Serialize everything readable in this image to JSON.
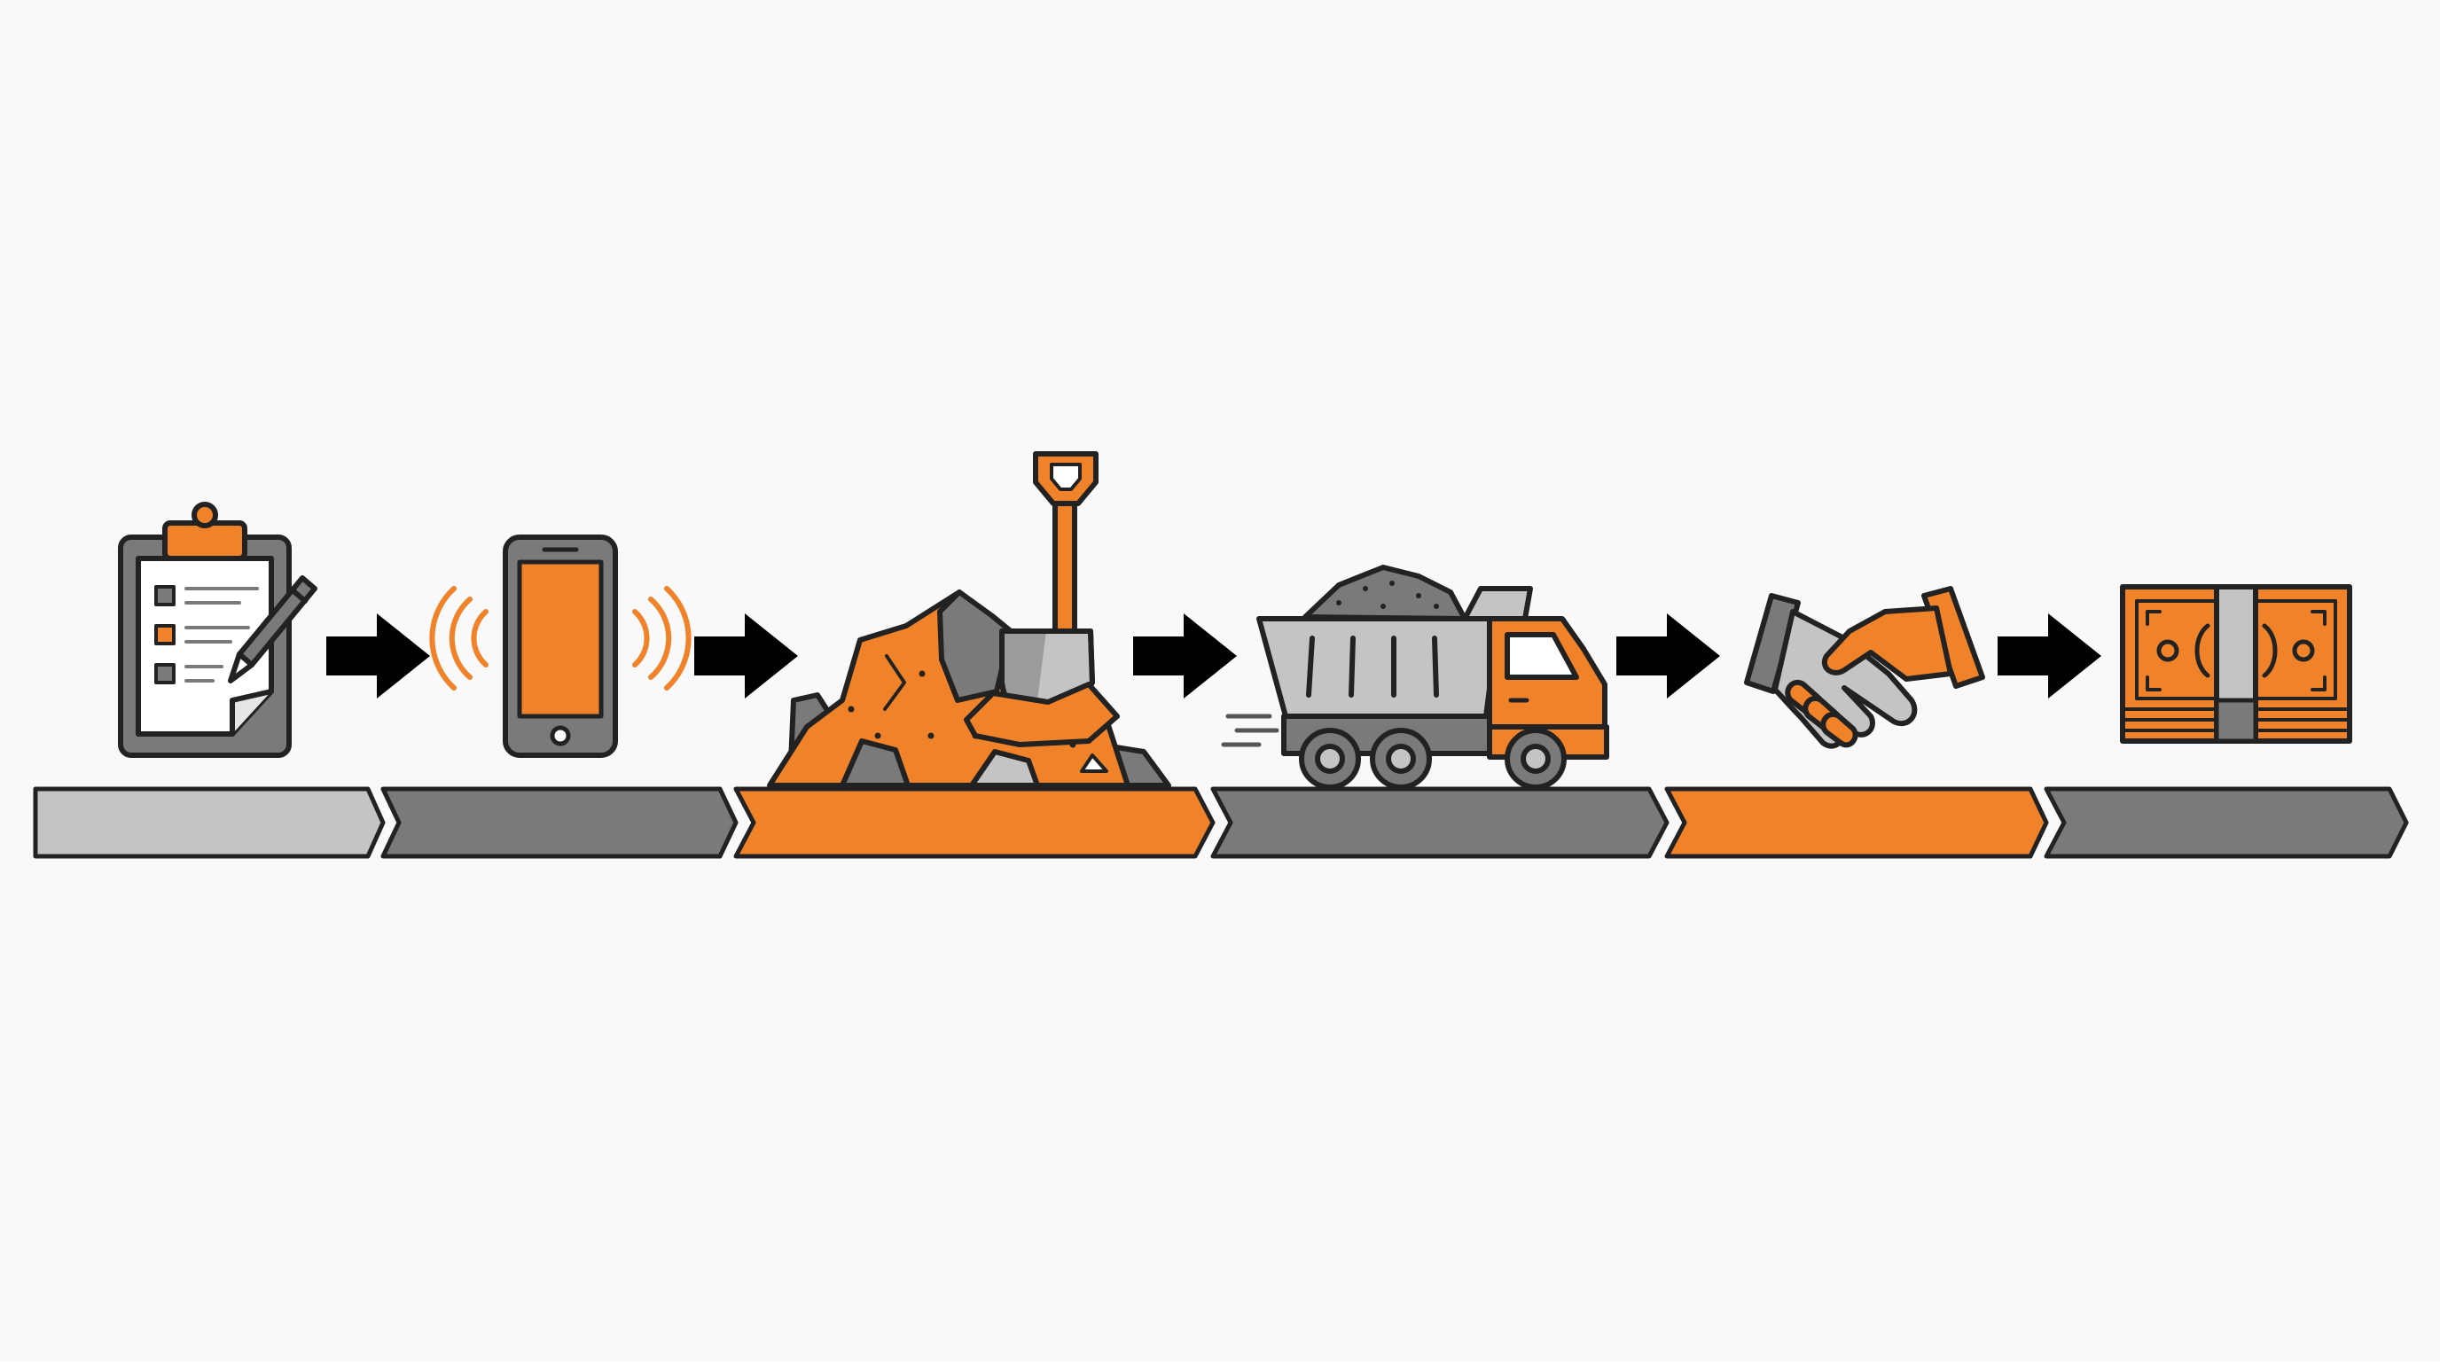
{
  "colors": {
    "background": "#f9f9f9",
    "orange": "#f0832a",
    "dark_gray": "#7a7a7a",
    "light_gray": "#c4c4c4",
    "outline": "#222222",
    "arrow": "#000000",
    "paper": "#ffffff"
  },
  "steps": [
    {
      "icon": "clipboard-checklist-icon",
      "bar_color": "light_gray"
    },
    {
      "icon": "vibrating-phone-icon",
      "bar_color": "dark_gray"
    },
    {
      "icon": "dirt-pile-shovel-icon",
      "bar_color": "orange"
    },
    {
      "icon": "dump-truck-icon",
      "bar_color": "dark_gray"
    },
    {
      "icon": "handshake-icon",
      "bar_color": "orange"
    },
    {
      "icon": "money-stack-icon",
      "bar_color": "dark_gray"
    }
  ],
  "connectors": [
    {
      "icon": "right-arrow-icon"
    },
    {
      "icon": "right-arrow-icon"
    },
    {
      "icon": "right-arrow-icon"
    },
    {
      "icon": "right-arrow-icon"
    },
    {
      "icon": "right-arrow-icon"
    }
  ]
}
